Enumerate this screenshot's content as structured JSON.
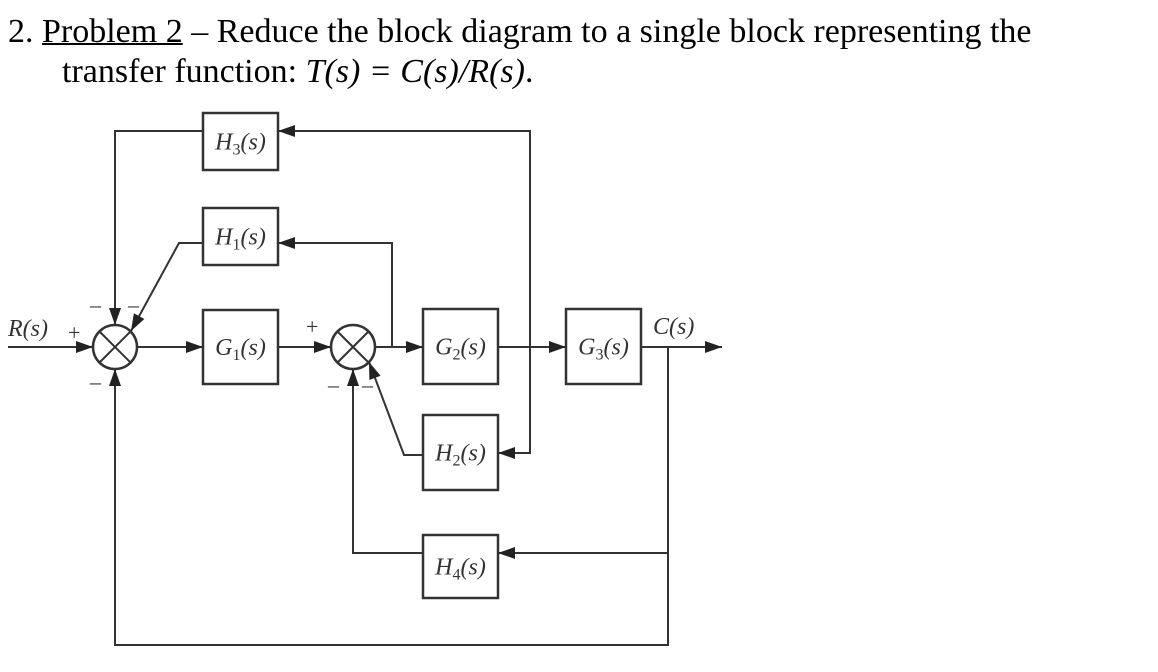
{
  "problem": {
    "number": "2.",
    "title": "Problem 2",
    "text_line1": " – Reduce the block diagram to a single block representing the",
    "text_line2_prefix": "transfer function: ",
    "formula": "T(s) = C(s)/R(s)",
    "text_line2_suffix": "."
  },
  "diagram": {
    "input_label": "R(s)",
    "output_label": "C(s)",
    "blocks": {
      "G1": {
        "name": "G",
        "sub": "1",
        "arg": "(s)"
      },
      "G2": {
        "name": "G",
        "sub": "2",
        "arg": "(s)"
      },
      "G3": {
        "name": "G",
        "sub": "3",
        "arg": "(s)"
      },
      "H1": {
        "name": "H",
        "sub": "1",
        "arg": "(s)"
      },
      "H2": {
        "name": "H",
        "sub": "2",
        "arg": "(s)"
      },
      "H3": {
        "name": "H",
        "sub": "3",
        "arg": "(s)"
      },
      "H4": {
        "name": "H",
        "sub": "4",
        "arg": "(s)"
      }
    },
    "signs": {
      "sum1_input": "+",
      "sum1_top_left": "–",
      "sum1_top_right": "–",
      "sum1_bottom": "–",
      "sum2_input": "+",
      "sum2_bottom_left": "–",
      "sum2_bottom_right": "–"
    }
  }
}
